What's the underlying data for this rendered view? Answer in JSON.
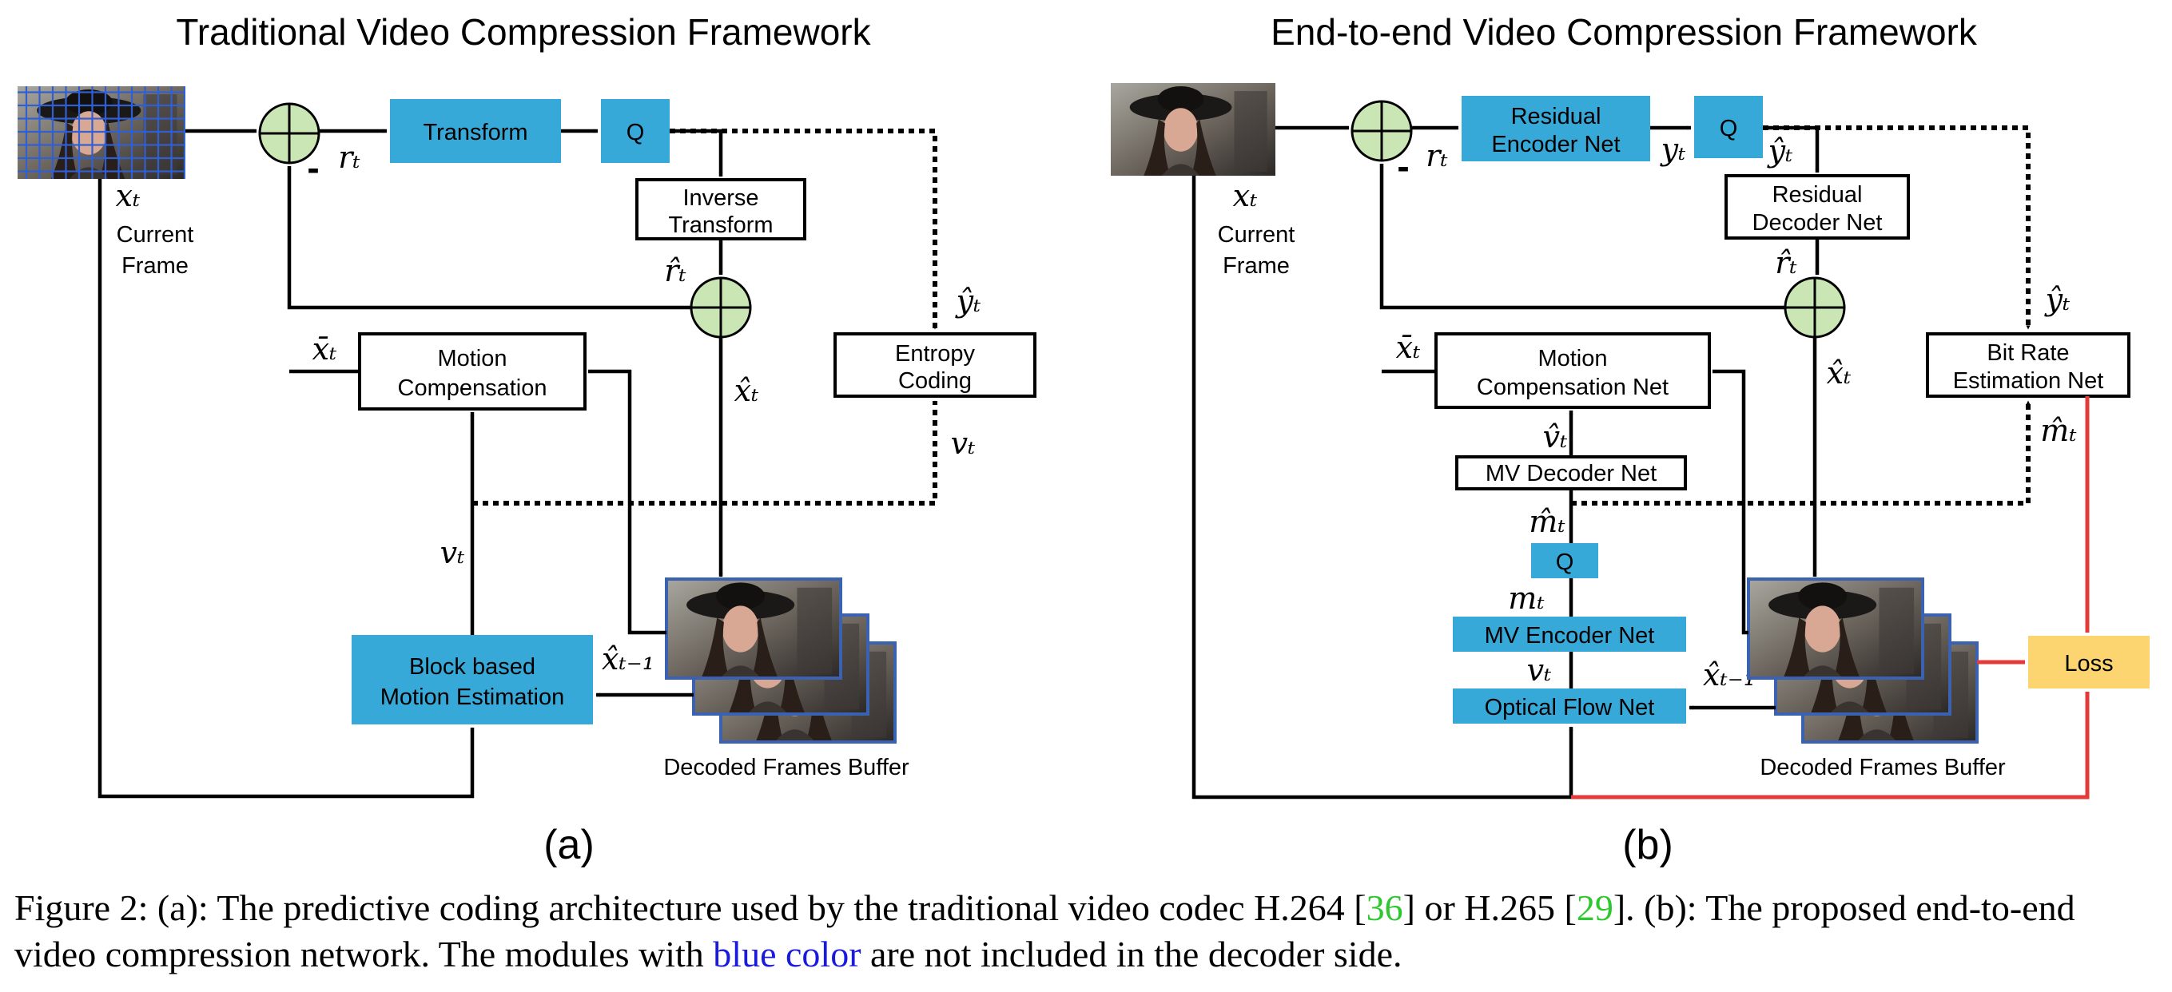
{
  "panel_a": {
    "title": "Traditional Video Compression Framework",
    "label": "(a)",
    "boxes": {
      "transform": "Transform",
      "quant": "Q",
      "inverse_1": "Inverse",
      "inverse_2": "Transform",
      "entropy_1": "Entropy",
      "entropy_2": "Coding",
      "mc_1": "Motion",
      "mc_2": "Compensation",
      "me_1": "Block based",
      "me_2": "Motion Estimation"
    },
    "labels": {
      "current_1": "Current",
      "current_2": "Frame",
      "buffer": "Decoded Frames Buffer",
      "minus": "-"
    },
    "symbols": {
      "x_t": "xₜ",
      "r_t": "rₜ",
      "r_hat_t": "r̂ₜ",
      "y_hat_t": "ŷₜ",
      "x_bar_t": "x̄ₜ",
      "x_hat_t": "x̂ₜ",
      "v_t": "vₜ",
      "x_hat_prev": "x̂ₜ₋₁"
    }
  },
  "panel_b": {
    "title": "End-to-end Video Compression Framework",
    "label": "(b)",
    "boxes": {
      "res_enc_1": "Residual",
      "res_enc_2": "Encoder Net",
      "quant": "Q",
      "res_dec_1": "Residual",
      "res_dec_2": "Decoder Net",
      "bitrate_1": "Bit Rate",
      "bitrate_2": "Estimation Net",
      "mc_1": "Motion",
      "mc_2": "Compensation Net",
      "mv_dec": "MV Decoder Net",
      "quant_mv": "Q",
      "mv_enc": "MV Encoder Net",
      "flow": "Optical Flow Net",
      "loss": "Loss"
    },
    "labels": {
      "current_1": "Current",
      "current_2": "Frame",
      "buffer": "Decoded Frames Buffer",
      "minus": "-"
    },
    "symbols": {
      "x_t": "xₜ",
      "r_t": "rₜ",
      "y_t": "yₜ",
      "y_hat_t": "ŷₜ",
      "r_hat_t": "r̂ₜ",
      "y_hat_t_2": "ŷₜ",
      "x_bar_t": "x̄ₜ",
      "x_hat_t": "x̂ₜ",
      "m_hat_t_right": "m̂ₜ",
      "v_hat_t": "v̂ₜ",
      "m_hat_t": "m̂ₜ",
      "m_t": "mₜ",
      "v_t": "vₜ",
      "x_hat_prev": "x̂ₜ₋₁"
    }
  },
  "caption": {
    "p1": "Figure 2: (a): The predictive coding architecture used by the traditional video codec H.264 [",
    "ref1": "36",
    "p2": "] or H.265 [",
    "ref2": "29",
    "p3": "]. (b): The proposed end-to-end video compression network. The modules with ",
    "blue": "blue color",
    "p4": " are not included in the decoder side."
  },
  "colors": {
    "module_blue": "#36a9d8",
    "adder_green": "#c9e6b4",
    "loss_yellow": "#fcd470",
    "loss_red": "#e33a3a",
    "frame_border": "#3a62b0",
    "ref_green": "#2fc72f",
    "text_blue": "#1a1adf"
  }
}
